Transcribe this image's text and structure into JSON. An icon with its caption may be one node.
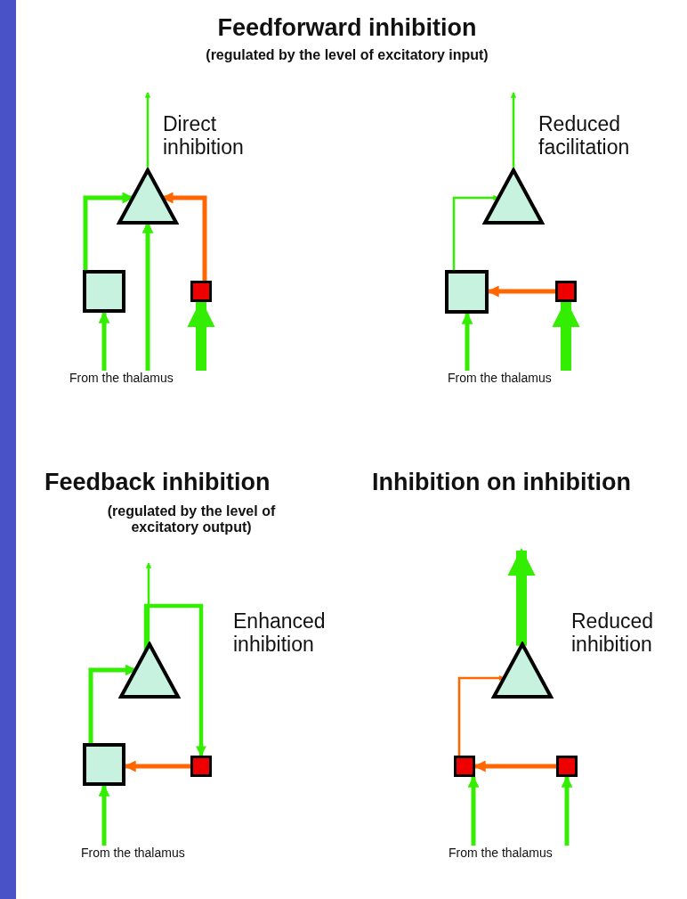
{
  "diagram": {
    "title": "Feedforward inhibition",
    "nodes": [
      {
        "text": [],
        "shape": "triangle"
      },
      {
        "text": [],
        "shape": "box"
      },
      {
        "text": [],
        "shape": "box"
      },
      {
        "text": [],
        "shape": "triangle"
      },
      {
        "text": [],
        "shape": "box"
      },
      {
        "text": [],
        "shape": "box"
      },
      {
        "text": [],
        "shape": "triangle"
      },
      {
        "text": [],
        "shape": "box"
      },
      {
        "text": [],
        "shape": "box"
      },
      {
        "text": [],
        "shape": "triangle"
      },
      {
        "text": [],
        "shape": "box"
      },
      {
        "text": [],
        "shape": "box"
      },
      {
        "text": [
          "From the thalamus"
        ]
      },
      {
        "text": [
          "From the thalamus"
        ]
      },
      {
        "text": [
          "From the thalamus"
        ]
      },
      {
        "text": [
          "From the thalamus"
        ]
      }
    ],
    "edges": [
      {
        "from": 0,
        "to": null,
        "arrow": "to"
      },
      {
        "from": 1,
        "to": 0,
        "arrow": "to"
      },
      {
        "from": 2,
        "to": 0,
        "arrow": "to",
        "color": "#ff6600"
      },
      {
        "from": 12,
        "to": 1,
        "arrow": "to"
      },
      {
        "from": 12,
        "to": 0,
        "arrow": "to"
      },
      {
        "from": 12,
        "to": 2,
        "arrow": "to",
        "style": "thick"
      },
      {
        "from": 3,
        "to": null,
        "arrow": "to"
      },
      {
        "from": 4,
        "to": 3,
        "arrow": "to"
      },
      {
        "from": 5,
        "to": 4,
        "arrow": "to",
        "color": "#ff6600"
      },
      {
        "from": 13,
        "to": 4,
        "arrow": "to"
      },
      {
        "from": 13,
        "to": 5,
        "arrow": "to",
        "style": "thick"
      },
      {
        "from": 6,
        "to": null,
        "arrow": "to"
      },
      {
        "from": 6,
        "to": 8,
        "arrow": "to"
      },
      {
        "from": 7,
        "to": 6,
        "arrow": "to"
      },
      {
        "from": 8,
        "to": 7,
        "arrow": "to",
        "color": "#ff6600"
      },
      {
        "from": 14,
        "to": 7,
        "arrow": "to"
      },
      {
        "from": 9,
        "to": null,
        "arrow": "to",
        "style": "thick"
      },
      {
        "from": 10,
        "to": 9,
        "arrow": "to",
        "color": "#ff6600"
      },
      {
        "from": 11,
        "to": 10,
        "arrow": "to",
        "color": "#ff6600"
      },
      {
        "from": 15,
        "to": 10,
        "arrow": "to"
      },
      {
        "from": 15,
        "to": 11,
        "arrow": "to"
      }
    ],
    "labels": [
      "(regulated by the level of excitatory input)",
      "Direct inhibition",
      "Reduced facilitation",
      "Feedback inhibition",
      "Inhibition on inhibition",
      "(regulated by the level of excitatory output)",
      "Enhanced inhibition",
      "Reduced inhibition"
    ]
  }
}
